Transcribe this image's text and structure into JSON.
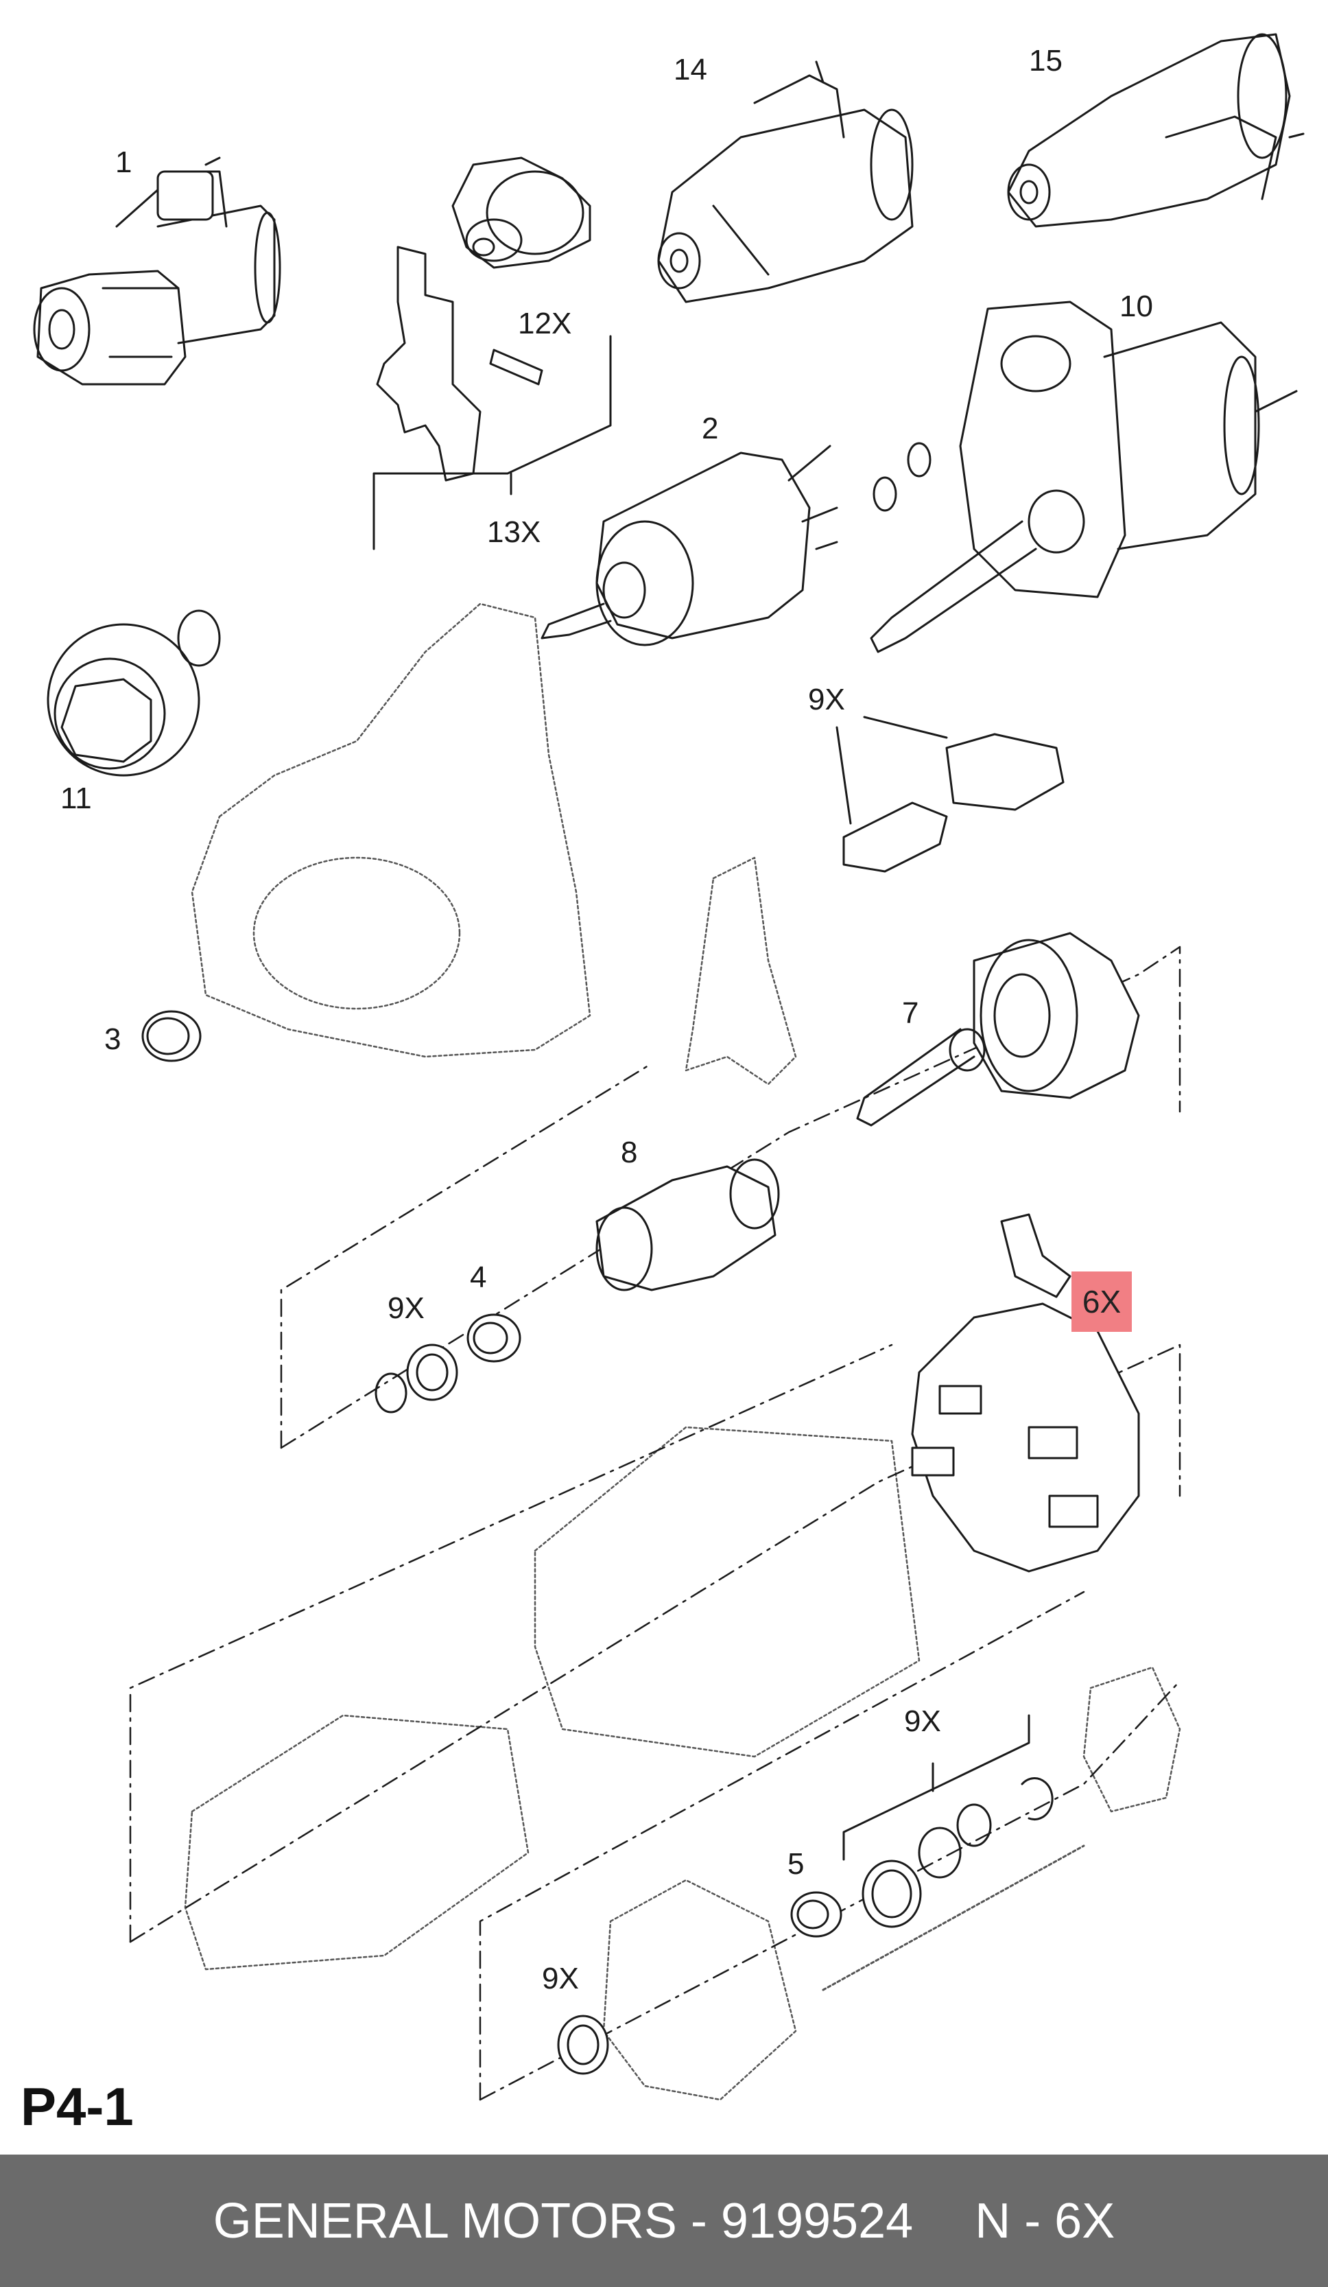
{
  "labels": {
    "p1": "1",
    "p14": "14",
    "p15": "15",
    "p12x": "12X",
    "p10": "10",
    "p2": "2",
    "p13x": "13X",
    "p11": "11",
    "p9x_a": "9X",
    "p3": "3",
    "p7": "7",
    "p8": "8",
    "p9x_b": "9X",
    "p4": "4",
    "p6x": "6X",
    "p9x_c": "9X",
    "p5": "5",
    "p9x_d": "9X"
  },
  "highlight_color": "#f17f84",
  "page_code": "P4-1",
  "footer": {
    "text": "GENERAL MOTORS - 9199524",
    "qty": "N - 6X",
    "background": "#6b6b6b"
  }
}
